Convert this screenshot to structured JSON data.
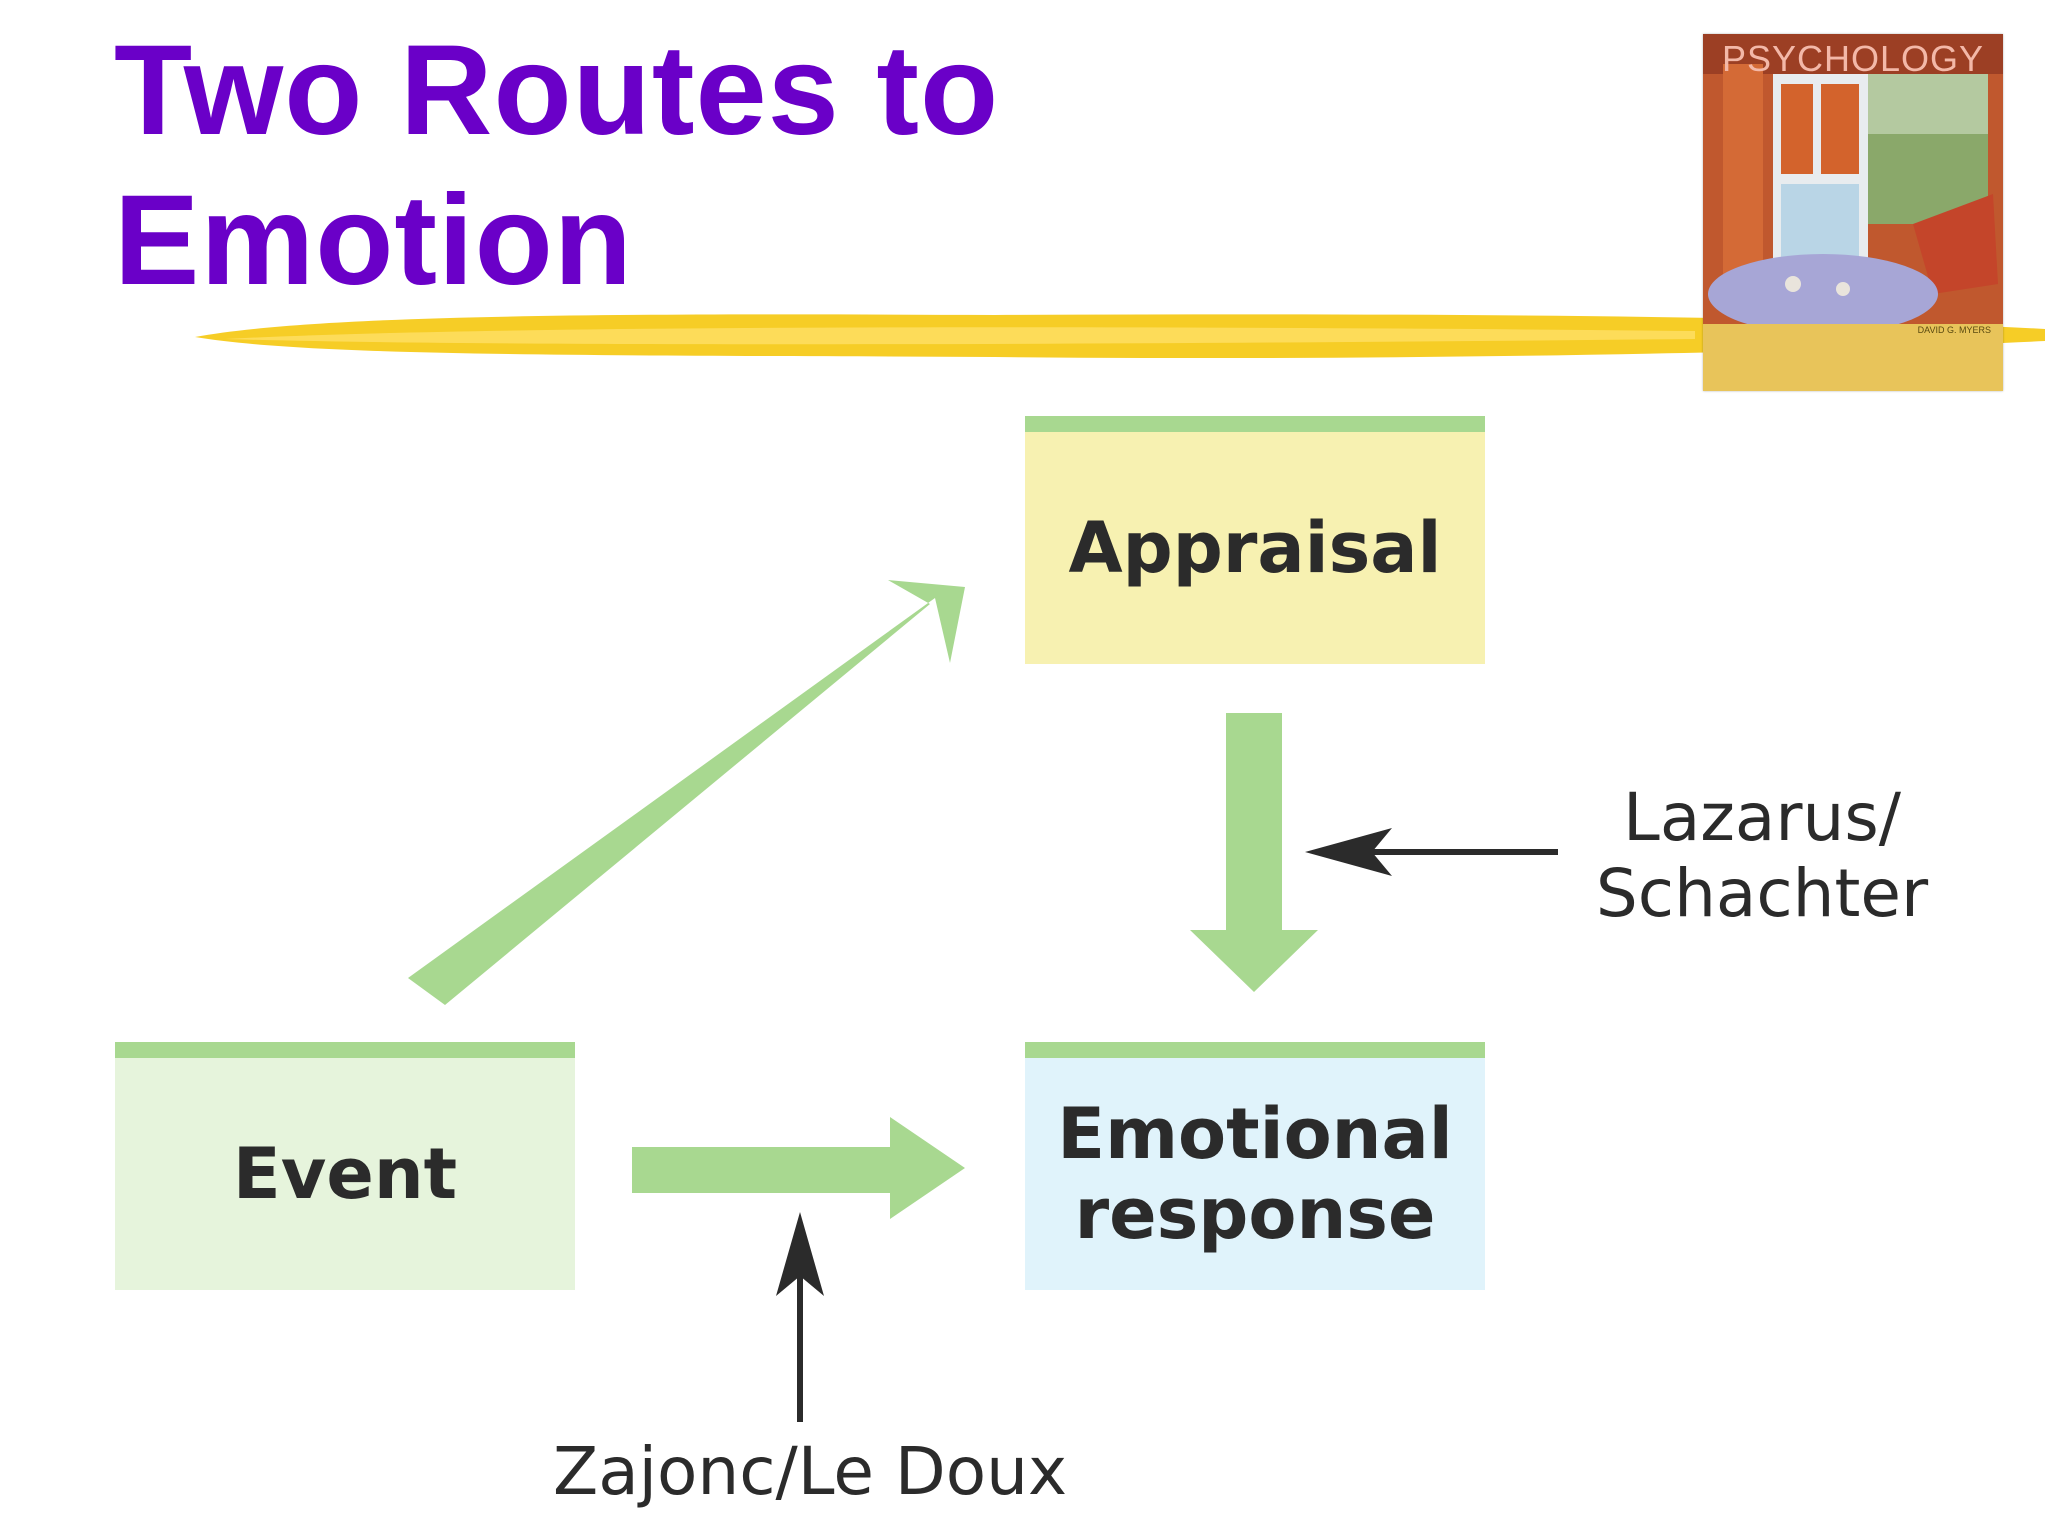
{
  "slide": {
    "title_line1": "Two Routes to",
    "title_line2": "Emotion"
  },
  "book_cover": {
    "title": "PSYCHOLOGY",
    "author": "DAVID G. MYERS"
  },
  "diagram": {
    "nodes": {
      "appraisal": "Appraisal",
      "event": "Event",
      "emotional_response": "Emotional\nresponse"
    },
    "annotations": {
      "lazarus_schachter": "Lazarus/\nSchachter",
      "zajonc_ledoux": "Zajonc/Le Doux"
    }
  },
  "colors": {
    "title": "#6a00c8",
    "arrow_fill": "#a8d890",
    "highlight": "#f5c400",
    "appraisal_bg": "#f7f1b1",
    "event_bg": "#e6f4dc",
    "emotional_bg": "#e0f3fb"
  }
}
